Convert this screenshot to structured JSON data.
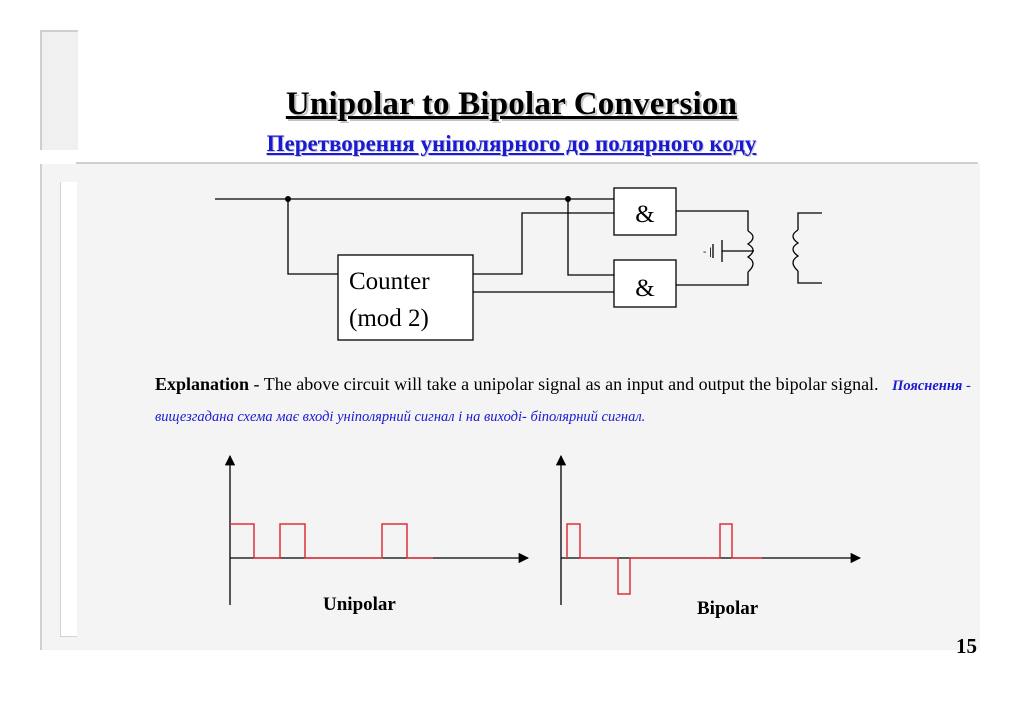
{
  "slide": {
    "title": "Unipolar to Bipolar Conversion",
    "subtitle": "Перетворення уніполярного до полярного коду",
    "page_number": "15"
  },
  "circuit": {
    "gate_symbol": "&",
    "counter_line1": "Counter",
    "counter_line2": "(mod 2)",
    "battery_symbol": "- |"
  },
  "explanation": {
    "heading": "Explanation",
    "text_en": " - The above circuit will take a unipolar signal as an input and output the bipolar signal.",
    "heading_uk": "Пояснення",
    "text_uk": " - вищезгадана схема має вході уніполярний сигнал  і на виході- біполярний сигнал."
  },
  "waveforms": {
    "unipolar_label": "Unipolar",
    "bipolar_label": "Bipolar",
    "signal_color": "#e0303a"
  }
}
